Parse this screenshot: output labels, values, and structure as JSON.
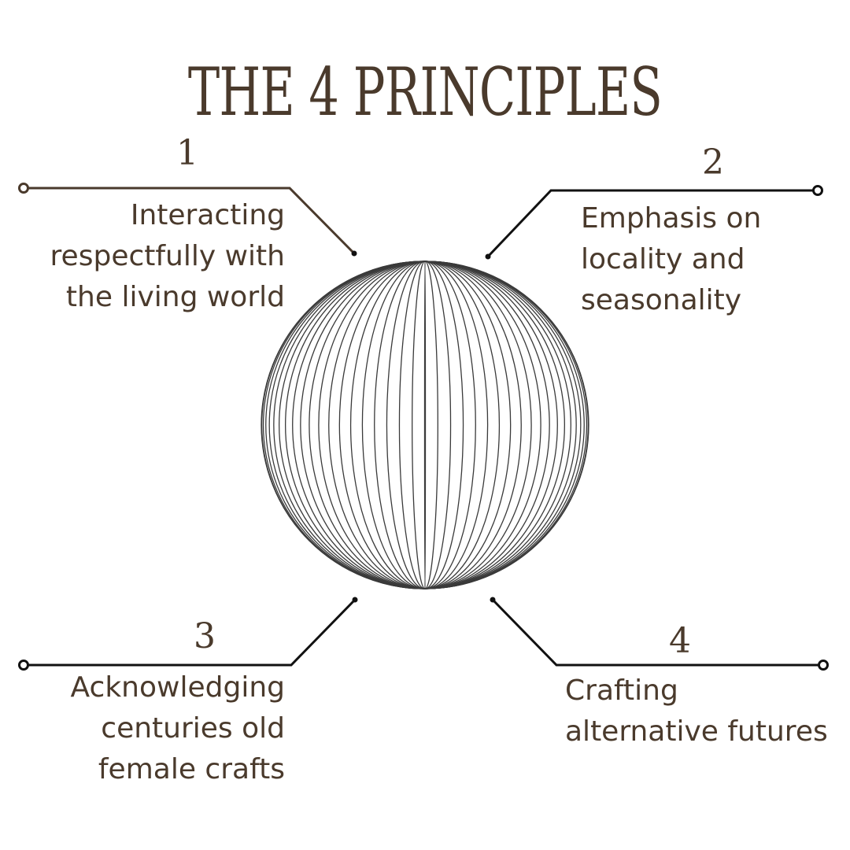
{
  "title": "THE 4 PRINCIPLES",
  "principles": [
    {
      "number": "1",
      "text": "Interacting\nrespectfully with\nthe living world"
    },
    {
      "number": "2",
      "text": "Emphasis on\nlocality and\nseasonality"
    },
    {
      "number": "3",
      "text": "Acknowledging\ncenturies old\nfemale crafts"
    },
    {
      "number": "4",
      "text": "Crafting\nalternative futures"
    }
  ],
  "colors": {
    "text": "#4a3a2c",
    "line_brown": "#4a3a2c",
    "line_black": "#111111",
    "globe": "#3a3a3a"
  },
  "icons": {
    "center": "globe-icon"
  }
}
